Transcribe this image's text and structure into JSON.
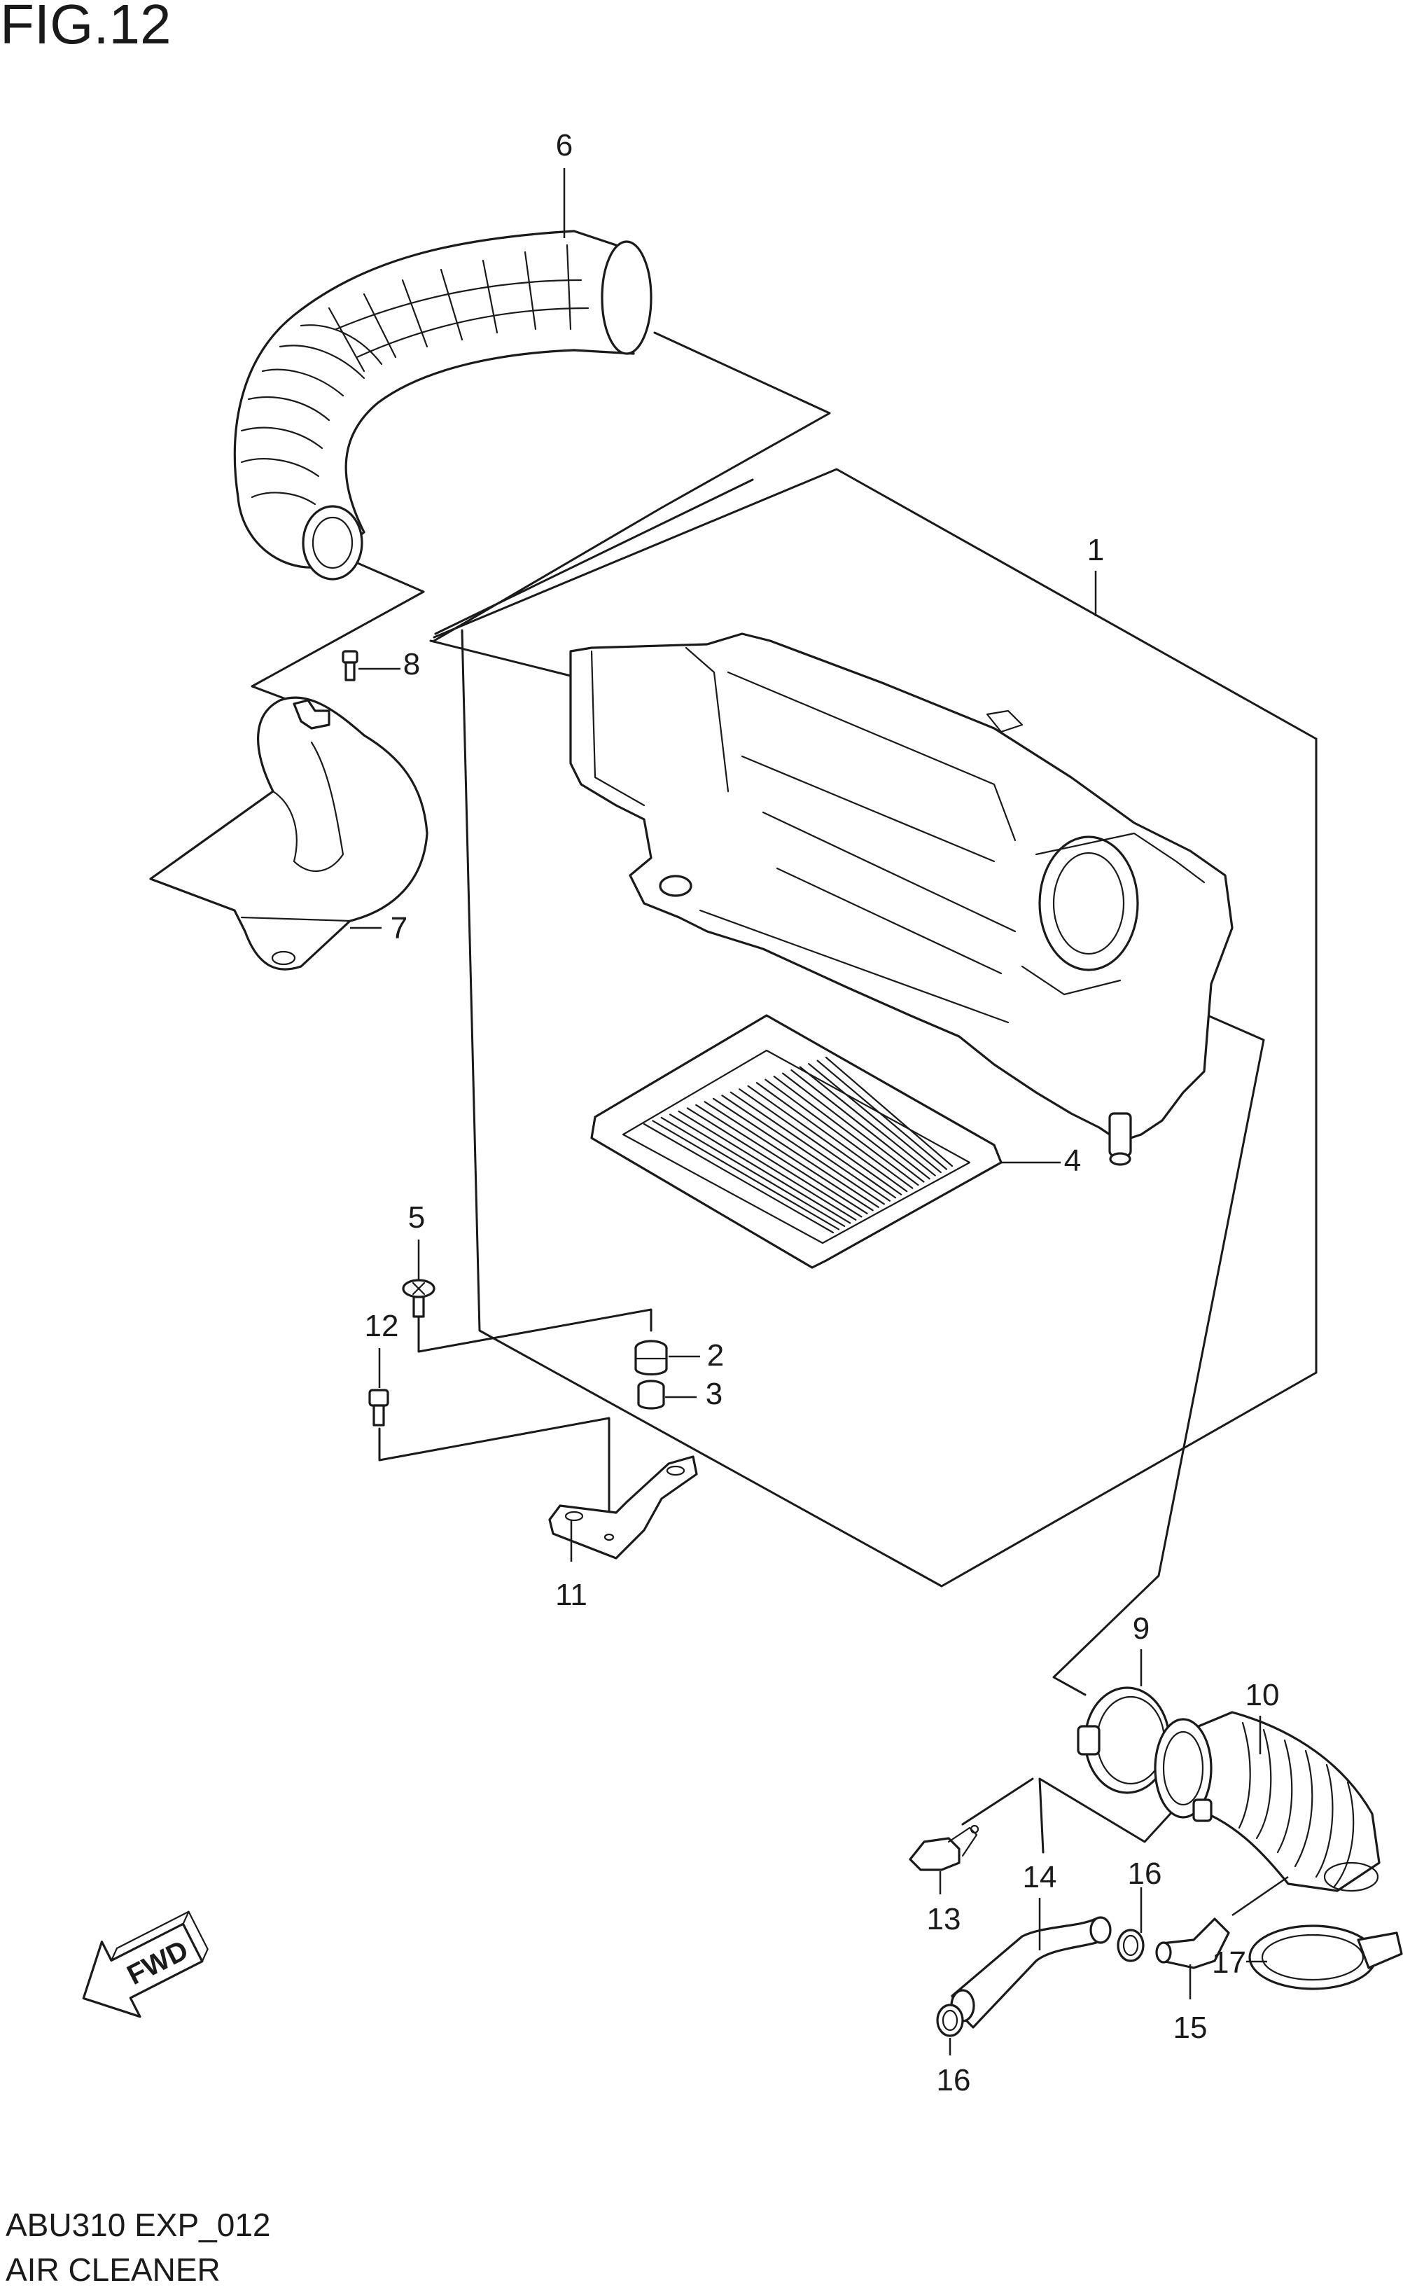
{
  "figure": {
    "title": "FIG.12",
    "code": "ABU310 EXP_012",
    "caption": "AIR CLEANER",
    "fwd_label": "FWD"
  },
  "callouts": [
    {
      "id": "c1",
      "label": "1"
    },
    {
      "id": "c2",
      "label": "2"
    },
    {
      "id": "c3",
      "label": "3"
    },
    {
      "id": "c4",
      "label": "4"
    },
    {
      "id": "c5",
      "label": "5"
    },
    {
      "id": "c6",
      "label": "6"
    },
    {
      "id": "c7",
      "label": "7"
    },
    {
      "id": "c8",
      "label": "8"
    },
    {
      "id": "c9",
      "label": "9"
    },
    {
      "id": "c10",
      "label": "10"
    },
    {
      "id": "c11",
      "label": "11"
    },
    {
      "id": "c12",
      "label": "12"
    },
    {
      "id": "c13",
      "label": "13"
    },
    {
      "id": "c14",
      "label": "14"
    },
    {
      "id": "c15",
      "label": "15"
    },
    {
      "id": "c16a",
      "label": "16"
    },
    {
      "id": "c16b",
      "label": "16"
    },
    {
      "id": "c17",
      "label": "17"
    }
  ]
}
